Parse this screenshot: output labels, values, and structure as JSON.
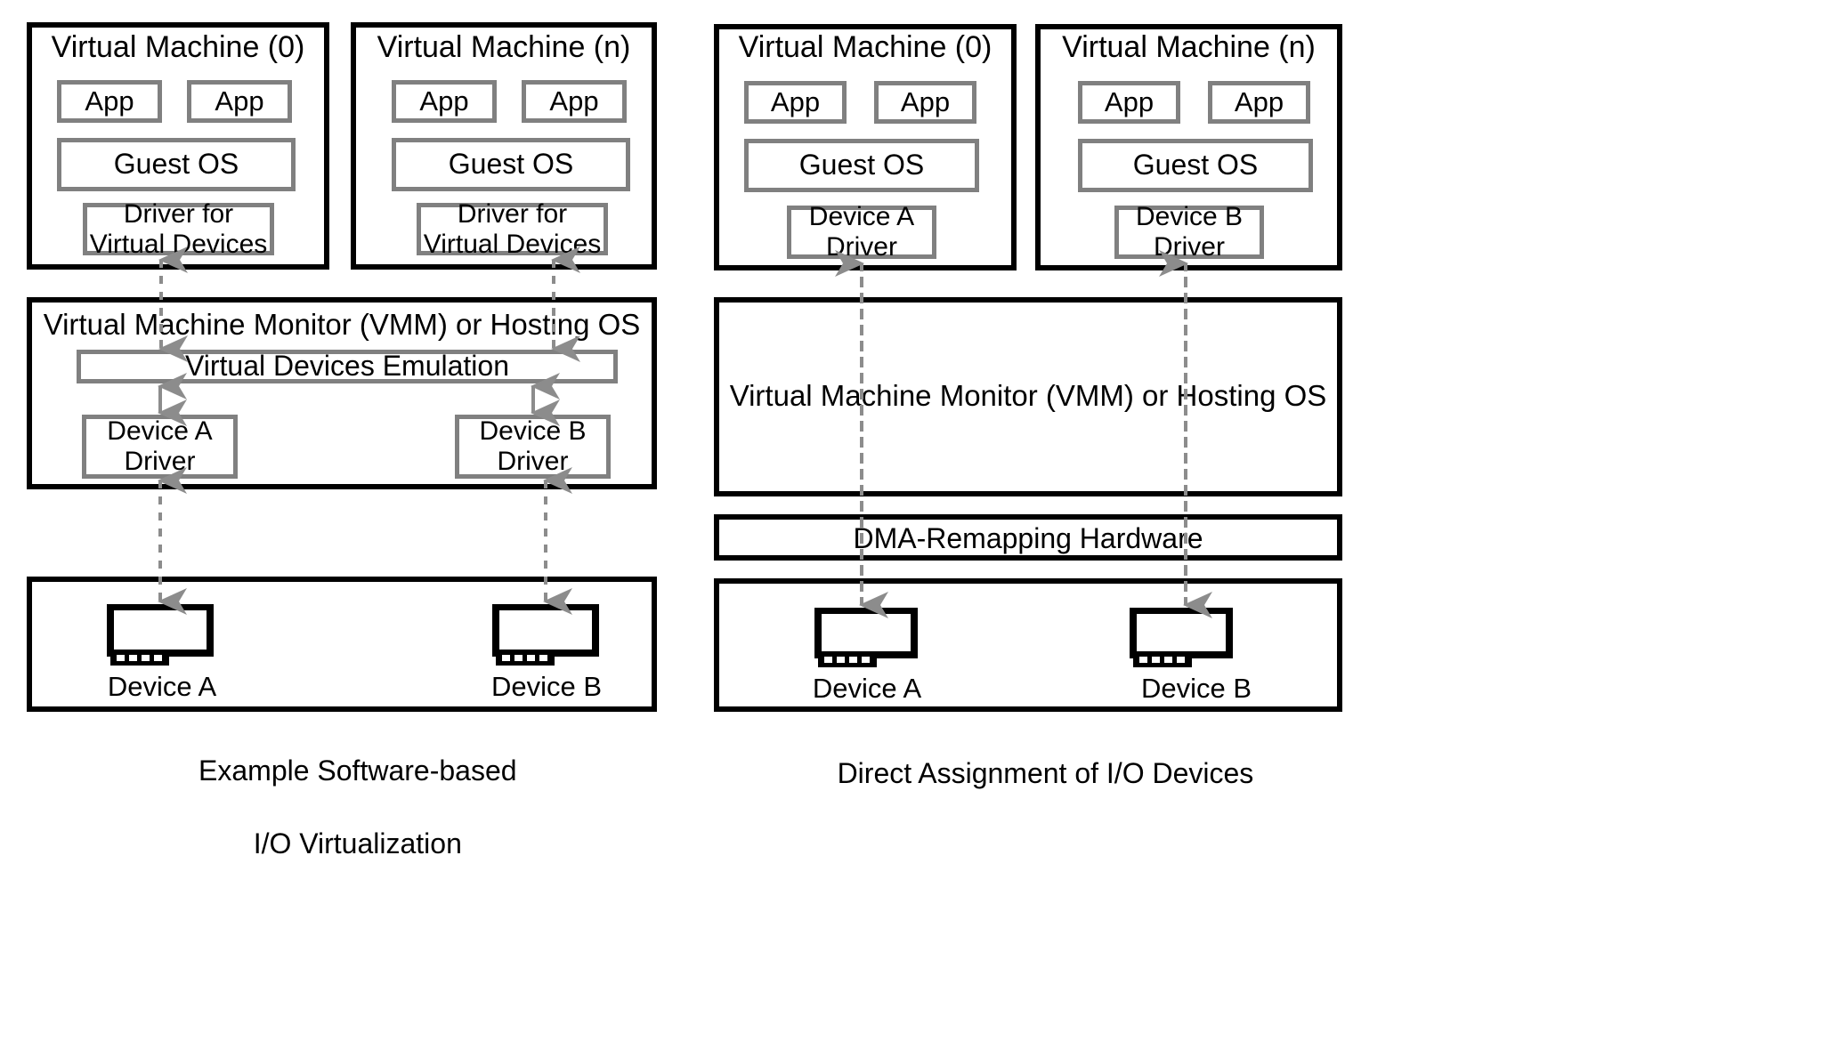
{
  "diagram": {
    "title_hidden": "",
    "colors": {
      "outer_border": "#000000",
      "inner_border": "#808080",
      "arrow": "#8c8c8c",
      "background": "#ffffff"
    }
  },
  "left_panel": {
    "caption_line1": "Example Software-based",
    "caption_line2": "I/O Virtualization",
    "vms": [
      {
        "title": "Virtual Machine (0)",
        "apps": [
          "App",
          "App"
        ],
        "guest_os": "Guest OS",
        "driver_line1": "Driver for",
        "driver_line2": "Virtual Devices"
      },
      {
        "title": "Virtual Machine (n)",
        "apps": [
          "App",
          "App"
        ],
        "guest_os": "Guest OS",
        "driver_line1": "Driver for",
        "driver_line2": "Virtual Devices"
      }
    ],
    "vmm": {
      "title": "Virtual Machine Monitor (VMM) or Hosting OS",
      "emulation": "Virtual Devices Emulation",
      "drivers": [
        {
          "line1": "Device A",
          "line2": "Driver"
        },
        {
          "line1": "Device B",
          "line2": "Driver"
        }
      ]
    },
    "hardware": {
      "devices": [
        {
          "label": "Device A",
          "icon": "pci-card-icon"
        },
        {
          "label": "Device B",
          "icon": "pci-card-icon"
        }
      ]
    }
  },
  "right_panel": {
    "caption_line1": "Direct Assignment of I/O Devices",
    "vms": [
      {
        "title": "Virtual Machine (0)",
        "apps": [
          "App",
          "App"
        ],
        "guest_os": "Guest OS",
        "driver_line1": "Device A",
        "driver_line2": "Driver"
      },
      {
        "title": "Virtual Machine (n)",
        "apps": [
          "App",
          "App"
        ],
        "guest_os": "Guest OS",
        "driver_line1": "Device B",
        "driver_line2": "Driver"
      }
    ],
    "vmm": {
      "title": "Virtual Machine Monitor (VMM) or Hosting OS"
    },
    "dma": {
      "title": "DMA-Remapping Hardware"
    },
    "hardware": {
      "devices": [
        {
          "label": "Device A",
          "icon": "pci-card-icon"
        },
        {
          "label": "Device B",
          "icon": "pci-card-icon"
        }
      ]
    }
  }
}
